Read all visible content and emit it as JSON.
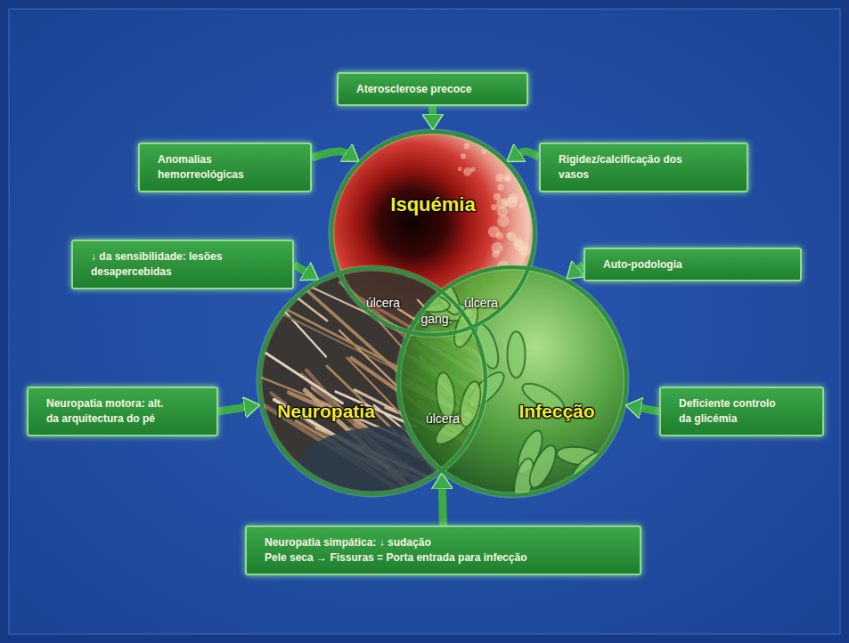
{
  "diagram": {
    "nodes": [
      {
        "text": [
          "Aterosclerose precoce"
        ]
      },
      {
        "text": [
          "Anomalias hemorreológicas"
        ]
      },
      {
        "text": [
          "Rigidez/calcificação dos vasos"
        ]
      },
      {
        "text": [
          "Isquémia"
        ]
      },
      {
        "text": [
          "↓ da sensibilidade: lesões desapercebidas"
        ]
      },
      {
        "text": [
          "Auto-podologia"
        ]
      },
      {
        "text": [
          "Neuropatia motora: alt. da arquitectura do pé"
        ]
      },
      {
        "text": [
          "Neuropatia"
        ]
      },
      {
        "text": [
          "Infecção"
        ]
      },
      {
        "text": [
          "Deficiente controlo da glicémia"
        ]
      },
      {
        "text": [
          "Neuropatia simpática: ↓ sudação",
          "Pele seca → Fissuras = Porta entrada para infecção"
        ]
      }
    ],
    "edges": [
      {
        "from": 0,
        "to": 3,
        "arrow": "to"
      },
      {
        "from": 1,
        "to": 3,
        "arrow": "to"
      },
      {
        "from": 2,
        "to": 3,
        "arrow": "to"
      },
      {
        "from": 4,
        "to": 7,
        "arrow": "to"
      },
      {
        "from": 5,
        "to": 8,
        "arrow": "to"
      },
      {
        "from": 6,
        "to": 7,
        "arrow": "to"
      },
      {
        "from": 9,
        "to": 8,
        "arrow": "to"
      },
      {
        "from": 10,
        "to": 8,
        "arrow": "to"
      }
    ],
    "labels": [
      "úlcera",
      "úlcera",
      "gang.",
      "úlcera"
    ]
  }
}
